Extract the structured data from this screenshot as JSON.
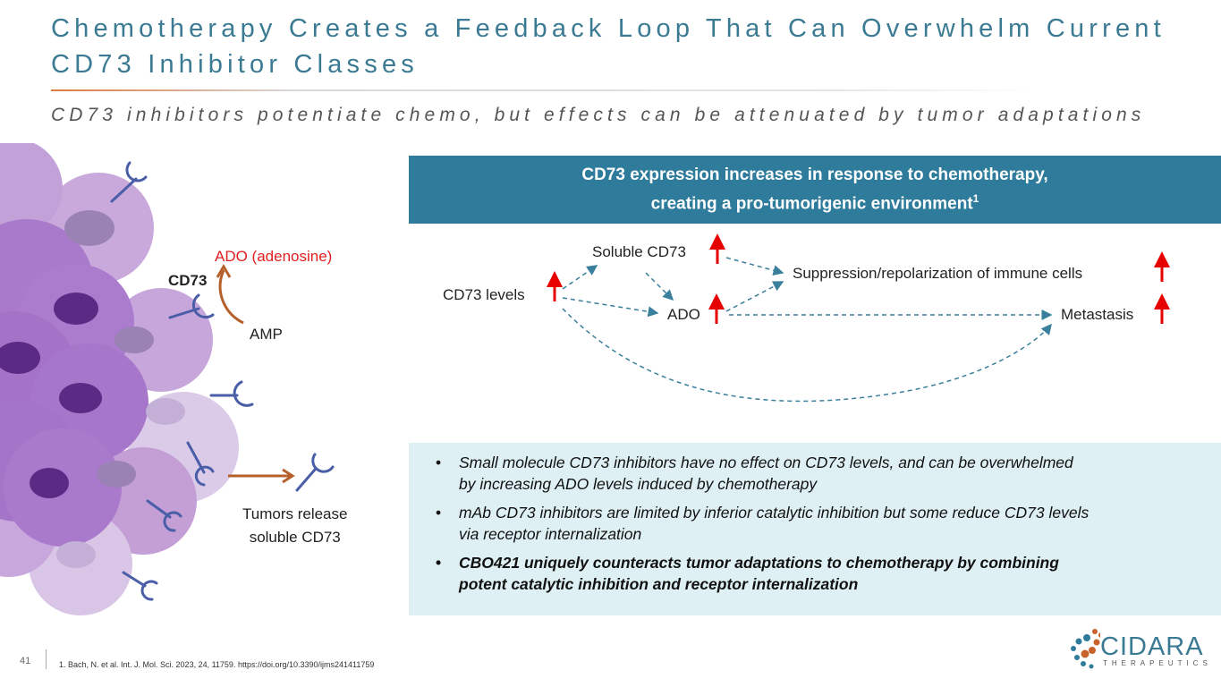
{
  "header": {
    "title_line1": "Chemotherapy Creates a Feedback Loop That Can Overwhelm Current",
    "title_line2": "CD73 Inhibitor Classes",
    "subtitle": "CD73 inhibitors potentiate chemo, but effects can be attenuated by tumor adaptations"
  },
  "illustration": {
    "ado_label": "ADO (adenosine)",
    "cd73_label": "CD73",
    "amp_label": "AMP",
    "release_line1": "Tumors release",
    "release_line2": "soluble CD73"
  },
  "banner": {
    "line1": "CD73 expression increases in response to chemotherapy,",
    "line2": "creating a pro-tumorigenic environment",
    "sup": "1"
  },
  "diagram": {
    "cd73_levels": "CD73 levels",
    "soluble_cd73": "Soluble CD73",
    "ado": "ADO",
    "suppression": "Suppression/repolarization of immune cells",
    "metastasis": "Metastasis"
  },
  "bullets": [
    {
      "line1": "Small molecule CD73 inhibitors have no effect on CD73 levels, and can be overwhelmed",
      "line2": "by increasing ADO levels induced by chemotherapy"
    },
    {
      "line1": "mAb CD73 inhibitors are limited by inferior catalytic inhibition but some reduce CD73 levels",
      "line2": "via receptor internalization"
    },
    {
      "line1": "CBO421 uniquely counteracts tumor adaptations to chemotherapy by combining",
      "line2": "potent catalytic inhibition and receptor internalization"
    }
  ],
  "footer": {
    "page_number": "41",
    "reference": "1.   Bach, N. et al. Int. J. Mol. Sci. 2023, 24, 11759. https://doi.org/10.3390/ijms241411759",
    "logo_name": "CIDARA",
    "logo_sub": "THERAPEUTICS"
  },
  "colors": {
    "title": "#3b7a93",
    "banner": "#2e7b9b",
    "bullet_bg": "#dff0f5",
    "up_arrow": "#e60000",
    "ado_text": "#e02020",
    "brown_arrow": "#b5602a",
    "receptor": "#4a5ea8"
  }
}
